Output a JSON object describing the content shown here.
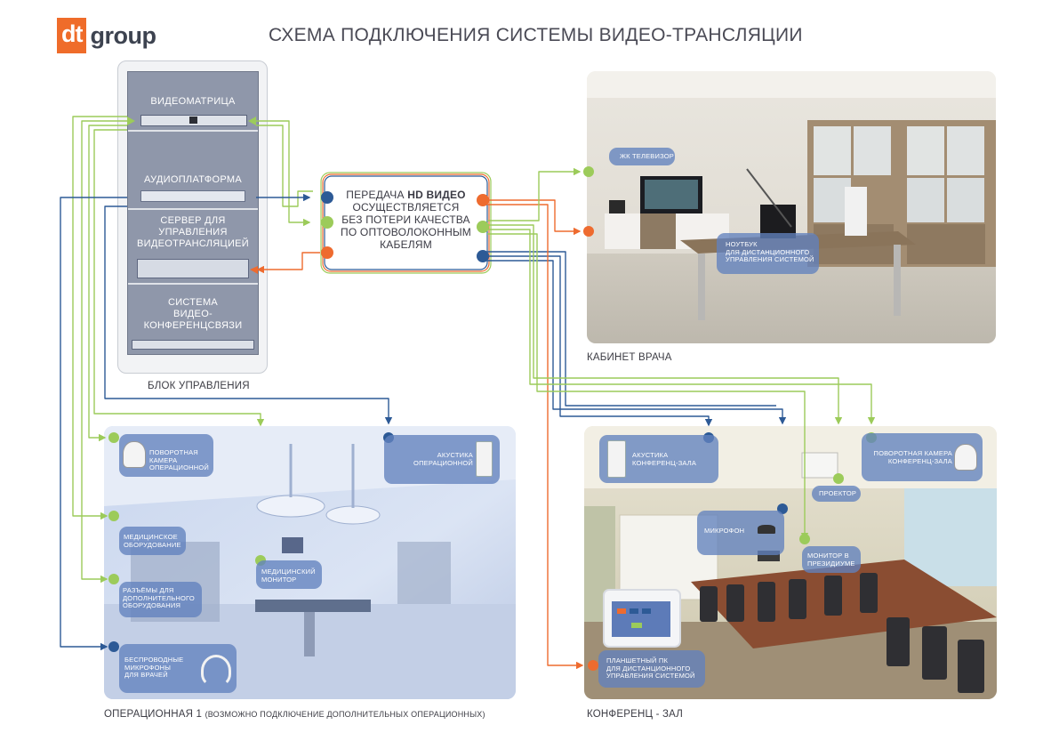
{
  "logo": {
    "dt": "dt",
    "group": "group"
  },
  "title": "СХЕМА ПОДКЛЮЧЕНИЯ  СИСТЕМЫ ВИДЕО-ТРАНСЛЯЦИИ",
  "colors": {
    "green": "#9ccb5a",
    "blue": "#2d5a96",
    "orange": "#ee6b2f",
    "label_bg": "#6282be"
  },
  "rack": {
    "caption": "БЛОК УПРАВЛЕНИЯ",
    "sections": {
      "videomatrix": "ВИДЕОМАТРИЦА",
      "audio": "АУДИОПЛАТФОРМА",
      "server": [
        "СЕРВЕР ДЛЯ",
        "УПРАВЛЕНИЯ",
        "ВИДЕОТРАНСЛЯЦИЕЙ"
      ],
      "vks": [
        "СИСТЕМА",
        "ВИДЕО-",
        "КОНФЕРЕНЦСВЯЗИ"
      ]
    }
  },
  "hd_box": {
    "line1_pre": "ПЕРЕДАЧА ",
    "line1_bold": "HD ВИДЕО",
    "line2": "ОСУЩЕСТВЛЯЕТСЯ",
    "line3": "БЕЗ ПОТЕРИ КАЧЕСТВА",
    "line4": "ПО ОПТОВОЛОКОННЫМ",
    "line5": "КАБЕЛЯМ"
  },
  "office": {
    "caption": "КАБИНЕТ ВРАЧА",
    "tv_label": "ЖК ТЕЛЕВИЗОР",
    "laptop_label": [
      "НОУТБУК",
      "ДЛЯ ДИСТАНЦИОННОГО",
      "УПРАВЛЕНИЯ СИСТЕМОЙ"
    ]
  },
  "operating": {
    "caption": "ОПЕРАЦИОННАЯ 1",
    "caption_note": "(ВОЗМОЖНО ПОДКЛЮЧЕНИЕ ДОПОЛНИТЕЛЬНЫХ ОПЕРАЦИОННЫХ)",
    "labels": {
      "camera": [
        "ПОВОРОТНАЯ КАМЕРА",
        "ОПЕРАЦИОННОЙ"
      ],
      "acoustics": [
        "АКУСТИКА",
        "ОПЕРАЦИОННОЙ"
      ],
      "medical_equipment": [
        "МЕДИЦИНСКОЕ",
        "ОБОРУДОВАНИЕ"
      ],
      "medical_monitor": [
        "МЕДИЦИНСКИЙ",
        "МОНИТОР"
      ],
      "connectors": [
        "РАЗЪЁМЫ ДЛЯ",
        "ДОПОЛНИТЕЛЬНОГО",
        "ОБОРУДОВАНИЯ"
      ],
      "wireless_mics": [
        "БЕСПРОВОДНЫЕ",
        "МИКРОФОНЫ",
        "ДЛЯ ВРАЧЕЙ"
      ]
    }
  },
  "conference": {
    "caption": "КОНФЕРЕНЦ - ЗАЛ",
    "labels": {
      "acoustics": [
        "АКУСТИКА",
        "КОНФЕРЕНЦ-ЗАЛА"
      ],
      "camera": [
        "ПОВОРОТНАЯ КАМЕРА",
        "КОНФЕРЕНЦ-ЗАЛА"
      ],
      "projector": "ПРОЕКТОР",
      "microphone": "МИКРОФОН",
      "monitor": [
        "МОНИТОР В",
        "ПРЕЗИДИУМЕ"
      ],
      "tablet": [
        "ПЛАНШЕТНЫЙ ПК",
        "ДЛЯ ДИСТАНЦИОННОГО",
        "УПРАВЛЕНИЯ СИСТЕМОЙ"
      ]
    }
  }
}
